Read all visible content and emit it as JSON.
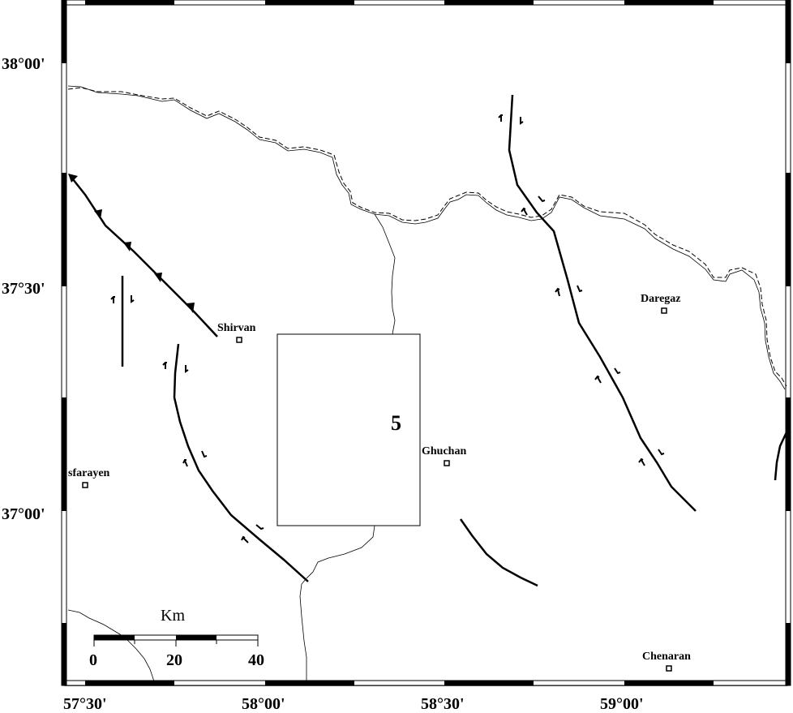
{
  "map": {
    "latitude_ticks": [
      "38°00'",
      "37°30'",
      "37°00'"
    ],
    "longitude_ticks": [
      "57°30'",
      "58°00'",
      "58°30'",
      "59°00'"
    ],
    "cities": [
      {
        "name": "Shirvan"
      },
      {
        "name": "Daregaz"
      },
      {
        "name": "Ghuchan"
      },
      {
        "name": "Esfarayen",
        "visible_text": "sfarayen"
      },
      {
        "name": "Chenaran"
      }
    ],
    "box_label": "5",
    "scale_bar": {
      "unit": "Km",
      "labels": [
        "0",
        "20",
        "40"
      ]
    },
    "colors": {
      "frame": "#000000",
      "fault": "#000000",
      "border": "#000000",
      "background": "#ffffff"
    }
  }
}
